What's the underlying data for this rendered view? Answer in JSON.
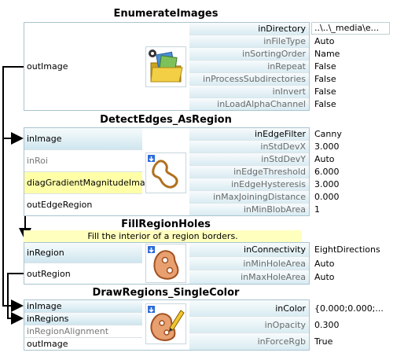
{
  "blocks": [
    {
      "title": "EnumerateImages",
      "outputs": [
        "outImage"
      ],
      "params": [
        "inDirectory",
        "inFileType",
        "inSortingOrder",
        "inRepeat",
        "inProcessSubdirectories",
        "inInvert",
        "inLoadAlphaChannel"
      ],
      "values": [
        "..\\..\\_media\\e...",
        "Auto",
        "Name",
        "False",
        "False",
        "False",
        "False"
      ]
    },
    {
      "title": "DetectEdges_AsRegion",
      "inputs": [
        "inImage",
        "inRoi"
      ],
      "outputs": [
        "diagGradientMagnitudeImage",
        "outEdgeRegion"
      ],
      "params": [
        "inEdgeFilter",
        "inStdDevX",
        "inStdDevY",
        "inEdgeThreshold",
        "inEdgeHysteresis",
        "inMaxJoiningDistance",
        "inMinBlobArea"
      ],
      "values": [
        "Canny",
        "3.000",
        "Auto",
        "6.000",
        "3.000",
        "0.000",
        "1"
      ]
    },
    {
      "title": "FillRegionHoles",
      "description": "Fill the interior of a region borders.",
      "inputs": [
        "inRegion"
      ],
      "outputs": [
        "outRegion"
      ],
      "params": [
        "inConnectivity",
        "inMinHoleArea",
        "inMaxHoleArea"
      ],
      "values": [
        "EightDirections",
        "Auto",
        "Auto"
      ]
    },
    {
      "title": "DrawRegions_SingleColor",
      "inputs": [
        "inImage",
        "inRegions",
        "inRegionAlignment"
      ],
      "outputs": [
        "outImage"
      ],
      "params": [
        "inColor",
        "inOpacity",
        "inForceRgb"
      ],
      "values": [
        "{0.000;0.000;...",
        "0.300",
        "True"
      ]
    }
  ],
  "icons": [
    "folder-images-icon",
    "edge-detection-icon",
    "fill-region-icon",
    "draw-region-icon"
  ]
}
